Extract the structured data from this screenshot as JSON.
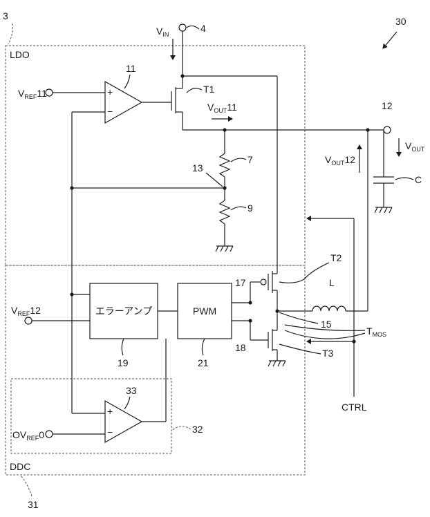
{
  "figure_number": "30",
  "blocks": {
    "ldo": {
      "ref": "3",
      "label": "LDO"
    },
    "ddc": {
      "ref": "31",
      "label": "DDC"
    },
    "comparator_block": {
      "ref": "32"
    }
  },
  "components": {
    "amp11": {
      "ref": "11",
      "plus": "+",
      "minus": "−"
    },
    "amp33": {
      "ref": "33",
      "plus": "+",
      "minus": "−"
    },
    "t1": {
      "ref": "T1"
    },
    "t2": {
      "ref": "T2"
    },
    "t3": {
      "ref": "T3"
    },
    "res7": {
      "ref": "7"
    },
    "res9": {
      "ref": "9"
    },
    "inductor": {
      "ref": "L"
    },
    "capacitor": {
      "ref": "C"
    },
    "error_amp": {
      "ref": "19",
      "label": "エラーアンプ"
    },
    "pwm": {
      "ref": "21",
      "label": "PWM"
    },
    "tmos": {
      "ref": "T",
      "sub": "MOS"
    }
  },
  "nodes": {
    "n4": "4",
    "n12": "12",
    "n13": "13",
    "n15": "15",
    "n17": "17",
    "n18": "18"
  },
  "signals": {
    "vin": {
      "main": "V",
      "sub": "IN"
    },
    "vout": {
      "main": "V",
      "sub": "OUT"
    },
    "vout11": {
      "main": "V",
      "sub": "OUT",
      "suffix": "11"
    },
    "vout12": {
      "main": "V",
      "sub": "OUT",
      "suffix": "12"
    },
    "vref11": {
      "main": "V",
      "sub": "REF",
      "suffix": "11"
    },
    "vref12": {
      "main": "V",
      "sub": "REF",
      "suffix": "12"
    },
    "ovref0": {
      "main": "OV",
      "sub": "REF",
      "suffix": "0"
    },
    "ctrl": "CTRL"
  }
}
